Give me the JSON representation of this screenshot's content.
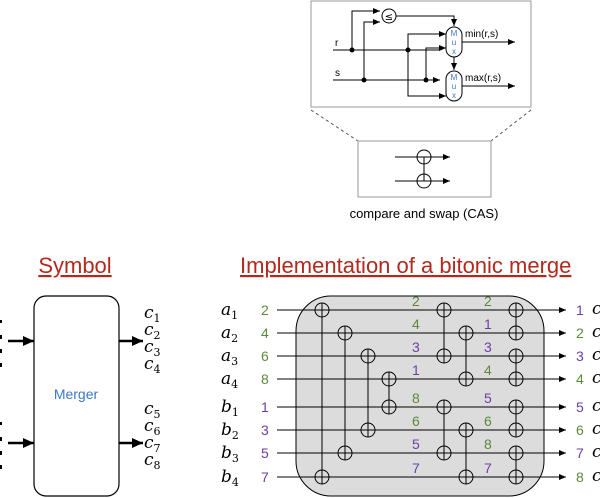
{
  "colors": {
    "title": "#b22a1e",
    "green": "#5b8a3a",
    "purple": "#6b3fa5",
    "blue": "#3b78c4",
    "network_fill": "#dcdcdc"
  },
  "cas_detail": {
    "input_r": "r",
    "input_s": "s",
    "comparator": "≤",
    "mux_label": [
      "M",
      "u",
      "x"
    ],
    "output_min": "min(r,s)",
    "output_max": "max(r,s)"
  },
  "cas_symbol": {
    "caption": "compare and swap (CAS)"
  },
  "symbol_section": {
    "title": "Symbol",
    "block_label": "Merger",
    "outputs": [
      {
        "base": "c",
        "sub": "1"
      },
      {
        "base": "c",
        "sub": "2"
      },
      {
        "base": "c",
        "sub": "3"
      },
      {
        "base": "c",
        "sub": "4"
      },
      {
        "base": "c",
        "sub": "5"
      },
      {
        "base": "c",
        "sub": "6"
      },
      {
        "base": "c",
        "sub": "7"
      },
      {
        "base": "c",
        "sub": "8"
      }
    ]
  },
  "implementation": {
    "title": "Implementation of a bitonic merge",
    "inputs": [
      {
        "base": "a",
        "sub": "1",
        "value": "2",
        "color": "green"
      },
      {
        "base": "a",
        "sub": "2",
        "value": "4",
        "color": "green"
      },
      {
        "base": "a",
        "sub": "3",
        "value": "6",
        "color": "green"
      },
      {
        "base": "a",
        "sub": "4",
        "value": "8",
        "color": "green"
      },
      {
        "base": "b",
        "sub": "1",
        "value": "1",
        "color": "purple"
      },
      {
        "base": "b",
        "sub": "2",
        "value": "3",
        "color": "purple"
      },
      {
        "base": "b",
        "sub": "3",
        "value": "5",
        "color": "purple"
      },
      {
        "base": "b",
        "sub": "4",
        "value": "7",
        "color": "purple"
      }
    ],
    "stage1_values": [
      {
        "value": "2",
        "color": "green"
      },
      {
        "value": "4",
        "color": "green"
      },
      {
        "value": "3",
        "color": "purple"
      },
      {
        "value": "1",
        "color": "purple"
      },
      {
        "value": "8",
        "color": "green"
      },
      {
        "value": "6",
        "color": "green"
      },
      {
        "value": "5",
        "color": "purple"
      },
      {
        "value": "7",
        "color": "purple"
      }
    ],
    "stage2_values": [
      {
        "value": "2",
        "color": "green"
      },
      {
        "value": "1",
        "color": "purple"
      },
      {
        "value": "3",
        "color": "purple"
      },
      {
        "value": "4",
        "color": "green"
      },
      {
        "value": "5",
        "color": "purple"
      },
      {
        "value": "6",
        "color": "green"
      },
      {
        "value": "8",
        "color": "green"
      },
      {
        "value": "7",
        "color": "purple"
      }
    ],
    "outputs": [
      {
        "value": "1",
        "color": "purple",
        "base": "c"
      },
      {
        "value": "2",
        "color": "green",
        "base": "c"
      },
      {
        "value": "3",
        "color": "purple",
        "base": "c"
      },
      {
        "value": "4",
        "color": "green",
        "base": "c"
      },
      {
        "value": "5",
        "color": "purple",
        "base": "c"
      },
      {
        "value": "6",
        "color": "green",
        "base": "c"
      },
      {
        "value": "7",
        "color": "purple",
        "base": "c"
      },
      {
        "value": "8",
        "color": "green",
        "base": "c"
      }
    ],
    "comparators": {
      "stage1": [
        [
          0,
          7
        ],
        [
          1,
          6
        ],
        [
          2,
          5
        ],
        [
          3,
          4
        ]
      ],
      "stage2": [
        [
          0,
          2
        ],
        [
          4,
          6
        ],
        [
          1,
          3
        ],
        [
          5,
          7
        ]
      ],
      "stage3": [
        [
          0,
          1
        ],
        [
          2,
          3
        ],
        [
          4,
          5
        ],
        [
          6,
          7
        ]
      ]
    }
  }
}
